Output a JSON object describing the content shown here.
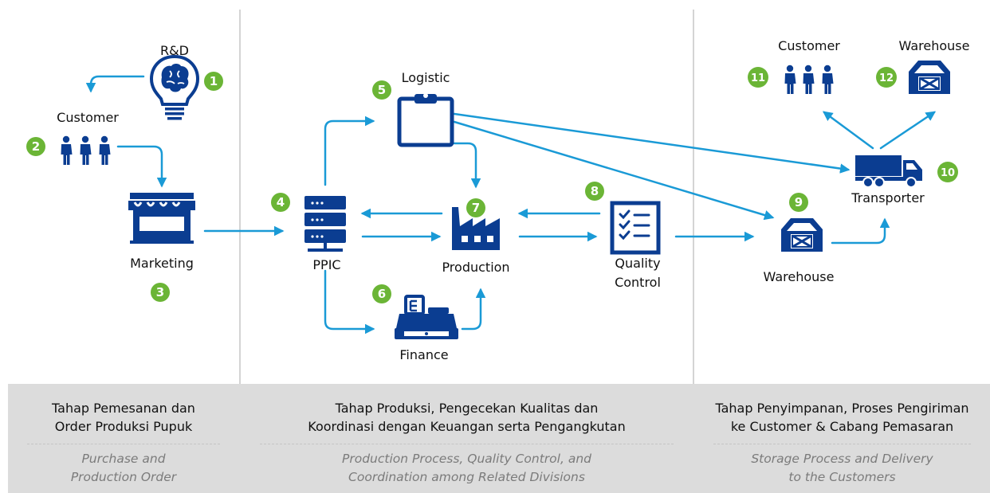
{
  "nodes": {
    "rnd": "R&D",
    "customer_left": "Customer",
    "marketing": "Marketing",
    "ppic": "PPIC",
    "logistic": "Logistic",
    "finance": "Finance",
    "production": "Production",
    "quality_control_line1": "Quality",
    "quality_control_line2": "Control",
    "warehouse_mid": "Warehouse",
    "transporter": "Transporter",
    "customer_right": "Customer",
    "warehouse_right": "Warehouse"
  },
  "badges": [
    "1",
    "2",
    "3",
    "4",
    "5",
    "6",
    "7",
    "8",
    "9",
    "10",
    "11",
    "12"
  ],
  "phases": [
    {
      "id_line1": "Tahap Pemesanan dan",
      "id_line2": "Order Produksi Pupuk",
      "en_line1": "Purchase and",
      "en_line2": "Production Order"
    },
    {
      "id_line1": "Tahap Produksi, Pengecekan Kualitas dan",
      "id_line2": "Koordinasi dengan Keuangan serta Pengangkutan",
      "en_line1": "Production Process, Quality Control, and",
      "en_line2": "Coordination among Related Divisions"
    },
    {
      "id_line1": "Tahap Penyimpanan, Proses Pengiriman",
      "id_line2": "ke Customer & Cabang Pemasaran",
      "en_line1": "Storage Process and Delivery",
      "en_line2": "to the Customers"
    }
  ],
  "colors": {
    "icon": "#0b3d91",
    "arrow": "#1a9ad6",
    "badge": "#6bb536",
    "footer": "#dcdcdc"
  }
}
